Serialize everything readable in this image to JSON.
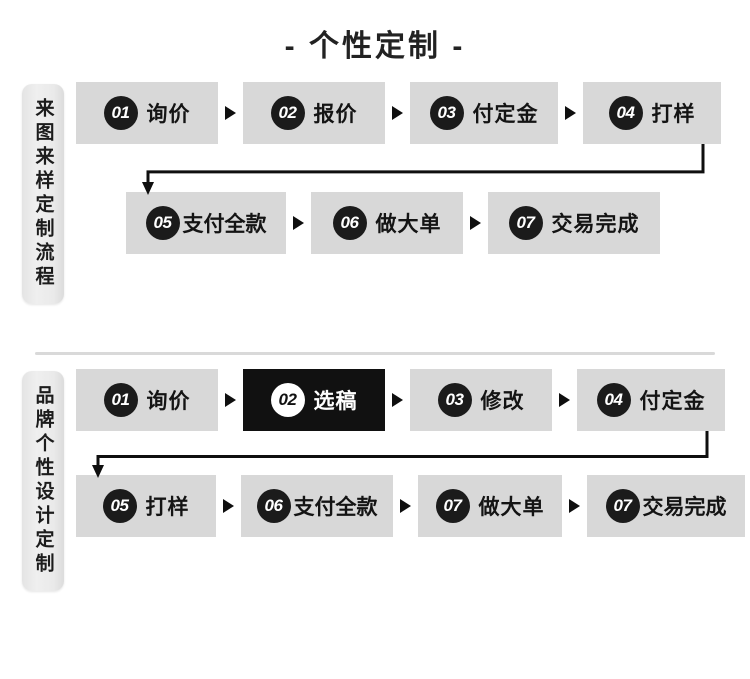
{
  "page": {
    "title": "- 个性定制 -",
    "arrow_icon": "triangle-right-icon",
    "colors": {
      "box_bg": "#d8d8d8",
      "box_bg_highlight": "#111111",
      "badge_bg": "#1b1b1b",
      "badge_text": "#ffffff",
      "text": "#141414",
      "chip_bg": "#eaeaea",
      "divider": "#d9d9d9",
      "connector": "#0f0f0f"
    }
  },
  "sections": [
    {
      "id": "section-1",
      "side_label": "来图来样定制流程",
      "rows": [
        {
          "steps": [
            {
              "num": "01",
              "label": "询价",
              "highlight": false,
              "width": 142
            },
            {
              "num": "02",
              "label": "报价",
              "highlight": false,
              "width": 142
            },
            {
              "num": "03",
              "label": "付定金",
              "highlight": false,
              "width": 148
            },
            {
              "num": "04",
              "label": "打样",
              "highlight": false,
              "width": 138
            }
          ]
        },
        {
          "steps": [
            {
              "num": "05",
              "label": "支付全款",
              "highlight": false,
              "width": 160,
              "tight": true
            },
            {
              "num": "06",
              "label": "做大单",
              "highlight": false,
              "width": 152
            },
            {
              "num": "07",
              "label": "交易完成",
              "highlight": false,
              "width": 172
            }
          ]
        }
      ]
    },
    {
      "id": "section-2",
      "side_label": "品牌个性设计定制",
      "rows": [
        {
          "steps": [
            {
              "num": "01",
              "label": "询价",
              "highlight": false,
              "width": 142
            },
            {
              "num": "02",
              "label": "选稿",
              "highlight": true,
              "width": 142
            },
            {
              "num": "03",
              "label": "修改",
              "highlight": false,
              "width": 142
            },
            {
              "num": "04",
              "label": "付定金",
              "highlight": false,
              "width": 148
            }
          ]
        },
        {
          "steps": [
            {
              "num": "05",
              "label": "打样",
              "highlight": false,
              "width": 140
            },
            {
              "num": "06",
              "label": "支付全款",
              "highlight": false,
              "width": 152,
              "tight": true
            },
            {
              "num": "07",
              "label": "做大单",
              "highlight": false,
              "width": 144
            },
            {
              "num": "07",
              "label": "交易完成",
              "highlight": false,
              "width": 158,
              "tight": true
            }
          ]
        }
      ]
    }
  ]
}
